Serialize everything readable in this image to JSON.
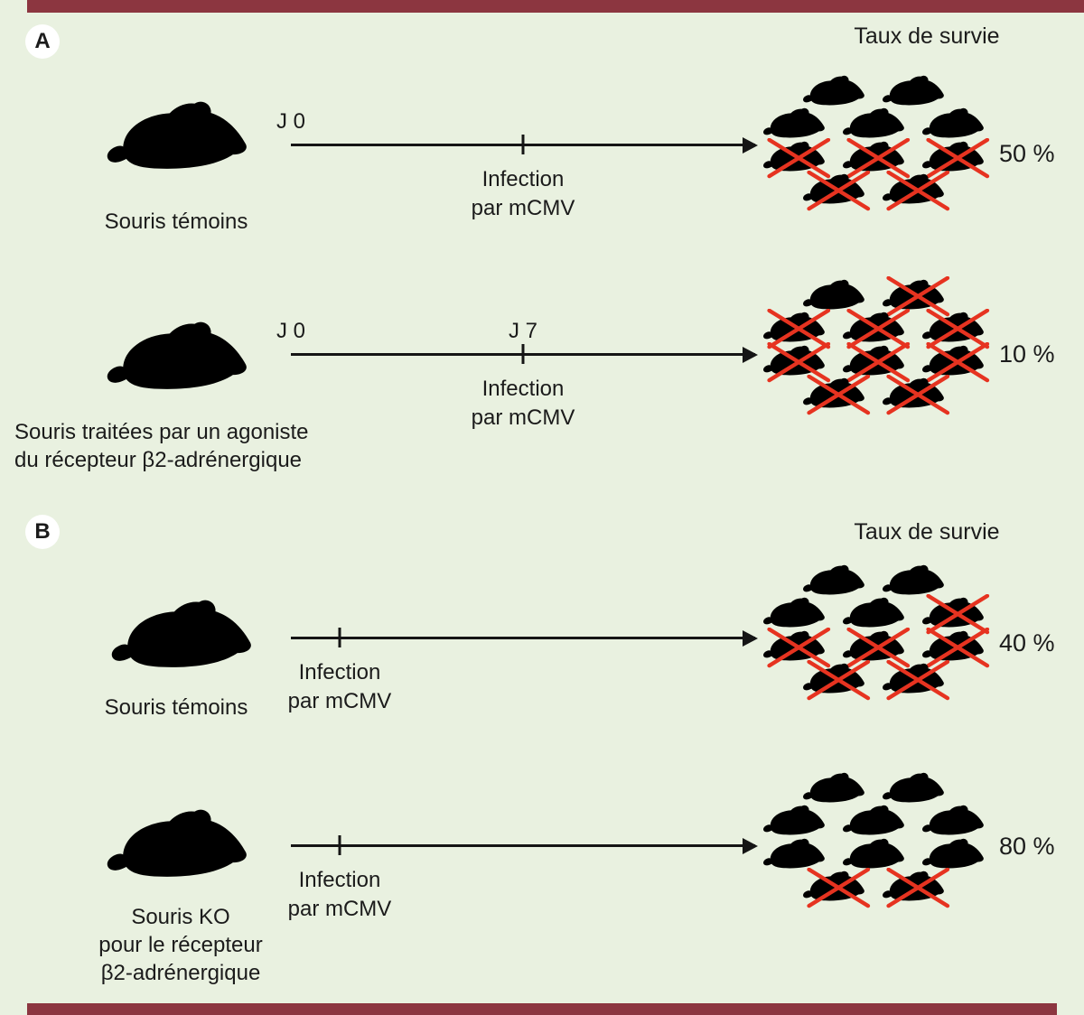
{
  "colors": {
    "background": "#e9f1e0",
    "border_bar": "#8c3640",
    "alive_mouse": "#5b6064",
    "dead_mouse": "#ee8273",
    "cross": "#e63320"
  },
  "panels": [
    {
      "label": "A",
      "survival_header": "Taux de survie",
      "rows": [
        {
          "group_label_lines": [
            "Souris témoins"
          ],
          "timeline": {
            "start_label": "J 0",
            "top_label": "",
            "infection_lines": [
              "Infection",
              "par mCMV"
            ],
            "tick_pos": 0.5
          },
          "survival": "50 %",
          "mice": {
            "alive": 5,
            "dead": 5,
            "rows": [
              2,
              3,
              3,
              2
            ]
          }
        },
        {
          "group_label_lines": [
            "Souris traitées par un agoniste",
            "du récepteur β2-adrénergique"
          ],
          "timeline": {
            "start_label": "J 0",
            "top_label": "J 7",
            "infection_lines": [
              "Infection",
              "par mCMV"
            ],
            "tick_pos": 0.5
          },
          "survival": "10 %",
          "mice": {
            "alive": 1,
            "dead": 9,
            "rows": [
              2,
              3,
              3,
              2
            ]
          }
        }
      ]
    },
    {
      "label": "B",
      "survival_header": "Taux de survie",
      "rows": [
        {
          "group_label_lines": [
            "Souris témoins"
          ],
          "timeline": {
            "start_label": "",
            "top_label": "",
            "infection_lines": [
              "Infection",
              "par mCMV"
            ],
            "tick_pos": 0.105
          },
          "survival": "40 %",
          "mice": {
            "alive": 4,
            "dead": 6,
            "rows": [
              2,
              3,
              3,
              2
            ]
          }
        },
        {
          "group_label_lines": [
            "Souris KO",
            "pour le récepteur",
            "β2-adrénergique"
          ],
          "timeline": {
            "start_label": "",
            "top_label": "",
            "infection_lines": [
              "Infection",
              "par mCMV"
            ],
            "tick_pos": 0.105
          },
          "survival": "80 %",
          "mice": {
            "alive": 8,
            "dead": 2,
            "rows": [
              2,
              3,
              3,
              2
            ]
          }
        }
      ]
    }
  ]
}
